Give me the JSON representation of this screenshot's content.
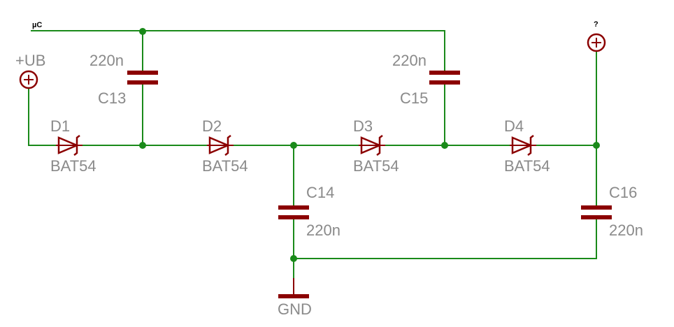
{
  "colors": {
    "wire": "#1a8a1a",
    "component": "#8b0000",
    "label": "#8a8a8a",
    "background": "#ffffff"
  },
  "nets": {
    "uc_label": "µC",
    "supply_label": "+UB",
    "output_label": "?",
    "ground_label": "GND"
  },
  "diodes": [
    {
      "name": "D1",
      "value": "BAT54"
    },
    {
      "name": "D2",
      "value": "BAT54"
    },
    {
      "name": "D3",
      "value": "BAT54"
    },
    {
      "name": "D4",
      "value": "BAT54"
    }
  ],
  "capacitors": [
    {
      "name": "C13",
      "value": "220n"
    },
    {
      "name": "C14",
      "value": "220n"
    },
    {
      "name": "C15",
      "value": "220n"
    },
    {
      "name": "C16",
      "value": "220n"
    }
  ]
}
